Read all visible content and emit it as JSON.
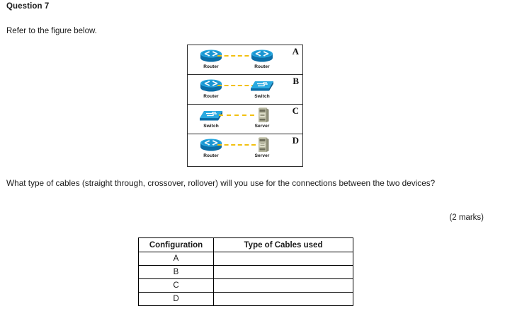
{
  "question": {
    "title": "Question 7",
    "refer_text": "Refer to the figure below.",
    "prompt": "What type of cables (straight through, crossover, rollover) will you use for the connections between the two devices?",
    "marks": "(2 marks)"
  },
  "figure": {
    "rows": [
      {
        "letter": "A",
        "left_device": "Router",
        "left_icon": "router-icon",
        "right_device": "Router",
        "right_icon": "router-icon",
        "link_style": "dashed",
        "link_color": "#f2c010"
      },
      {
        "letter": "B",
        "left_device": "Router",
        "left_icon": "router-icon",
        "right_device": "Switch",
        "right_icon": "switch-icon",
        "link_style": "dashed",
        "link_color": "#f2c010"
      },
      {
        "letter": "C",
        "left_device": "Switch",
        "left_icon": "switch-icon",
        "right_device": "Server",
        "right_icon": "server-icon",
        "link_style": "dashed",
        "link_color": "#f2c010"
      },
      {
        "letter": "D",
        "left_device": "Router",
        "left_icon": "router-icon",
        "right_device": "Server",
        "right_icon": "server-icon",
        "link_style": "dashed",
        "link_color": "#f2c010"
      }
    ],
    "colors": {
      "device_blue": "#1a9fd8",
      "device_blue_dark": "#0b6ea8",
      "server_grey": "#b3b39a",
      "border": "#2b2b2b"
    }
  },
  "answer_table": {
    "headers": [
      "Configuration",
      "Type of Cables used"
    ],
    "rows": [
      {
        "configuration": "A",
        "cable": ""
      },
      {
        "configuration": "B",
        "cable": ""
      },
      {
        "configuration": "C",
        "cable": ""
      },
      {
        "configuration": "D",
        "cable": ""
      }
    ]
  }
}
